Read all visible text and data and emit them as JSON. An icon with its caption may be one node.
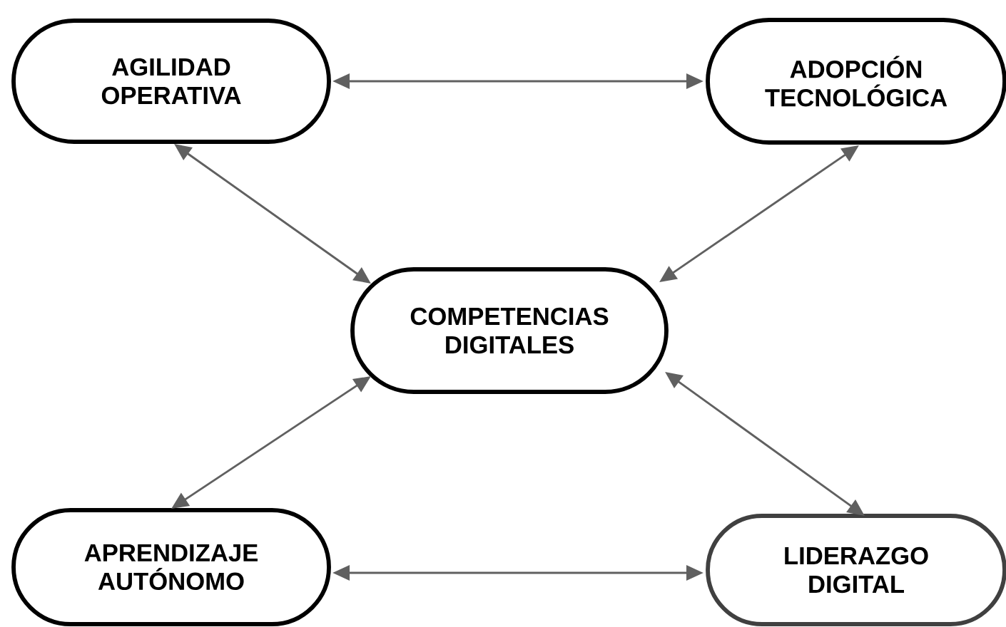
{
  "diagram": {
    "nodes": [
      {
        "text": [
          "AGILIDAD OPERATIVA"
        ]
      },
      {
        "text": [
          "ADOPCIÓN TECNOLÓGICA"
        ]
      },
      {
        "text": [
          "COMPETENCIAS DIGITALES"
        ]
      },
      {
        "text": [
          "APRENDIZAJE AUTÓNOMO"
        ]
      },
      {
        "text": [
          "LIDERAZGO DIGITAL"
        ]
      }
    ],
    "edges": [
      {
        "from": 0,
        "to": 1,
        "arrow": "both"
      },
      {
        "from": 0,
        "to": 2,
        "arrow": "both"
      },
      {
        "from": 1,
        "to": 2,
        "arrow": "both"
      },
      {
        "from": 2,
        "to": 3,
        "arrow": "both"
      },
      {
        "from": 2,
        "to": 4,
        "arrow": "both"
      },
      {
        "from": 3,
        "to": 4,
        "arrow": "both"
      }
    ]
  }
}
